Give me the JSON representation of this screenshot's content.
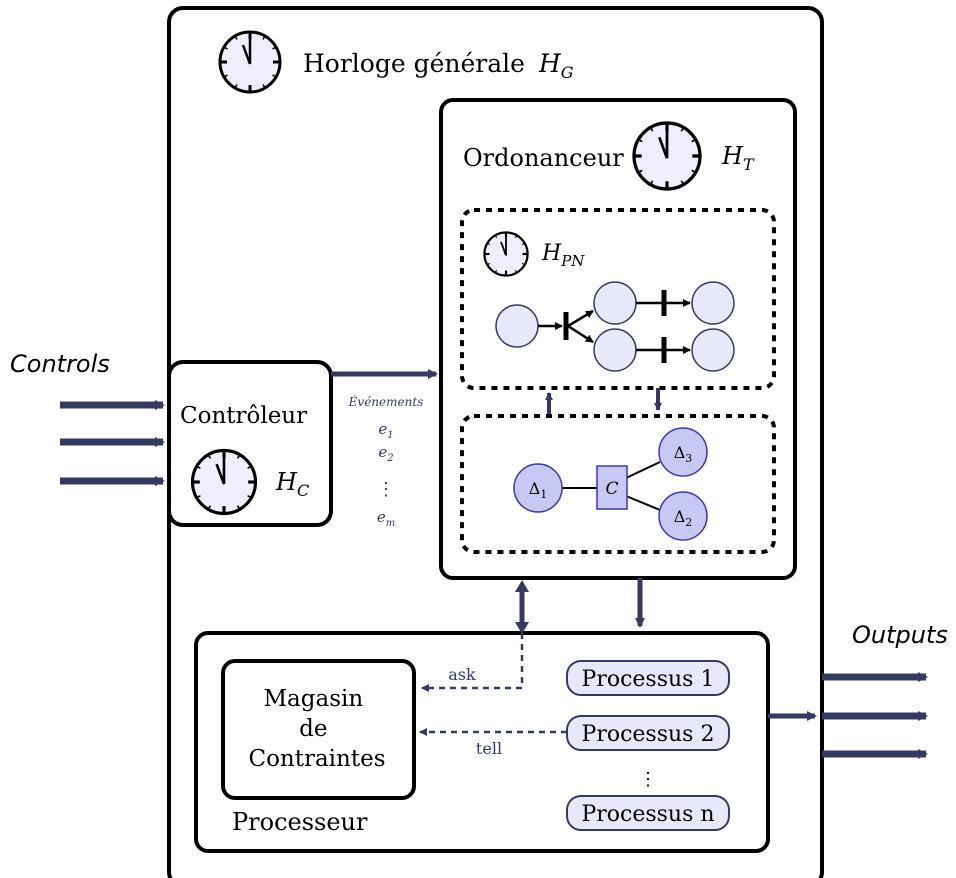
{
  "colors": {
    "arrow": "#353a63",
    "node_fill": "#e8e8fb",
    "node_stroke": "#353a63",
    "constraint_fill": "#c8c8f4",
    "constraint_stroke": "#3a3aa8",
    "clock_fill": "#eeeeff",
    "box_stroke": "#000000"
  },
  "labels": {
    "controls": "Controls",
    "outputs": "Outputs",
    "global_clock": "Horloge générale",
    "global_clock_sym": "H",
    "global_clock_sub": "G",
    "scheduler": "Ordonanceur",
    "scheduler_clock_sym": "H",
    "scheduler_clock_sub": "T",
    "petri_clock_sym": "H",
    "petri_clock_sub": "PN",
    "controller": "Contrôleur",
    "controller_clock_sym": "H",
    "controller_clock_sub": "C",
    "events_title": "Événements",
    "events": [
      {
        "sym": "e",
        "sub": "1"
      },
      {
        "sym": "e",
        "sub": "2"
      },
      {
        "sym": "e",
        "sub": "m"
      }
    ],
    "vdots": "⋮",
    "store_lines": [
      "Magasin",
      "de",
      "Contraintes"
    ],
    "processor": "Processeur",
    "processes": [
      "Processus 1",
      "Processus 2",
      "Processus n"
    ],
    "ask": "ask",
    "tell": "tell",
    "constraint_nodes": [
      {
        "sym": "Δ",
        "sub": "1"
      },
      {
        "sym": "Δ",
        "sub": "3"
      },
      {
        "sym": "Δ",
        "sub": "2"
      }
    ],
    "constraint_symbol": "C"
  },
  "icons": [
    "clock-icon"
  ]
}
